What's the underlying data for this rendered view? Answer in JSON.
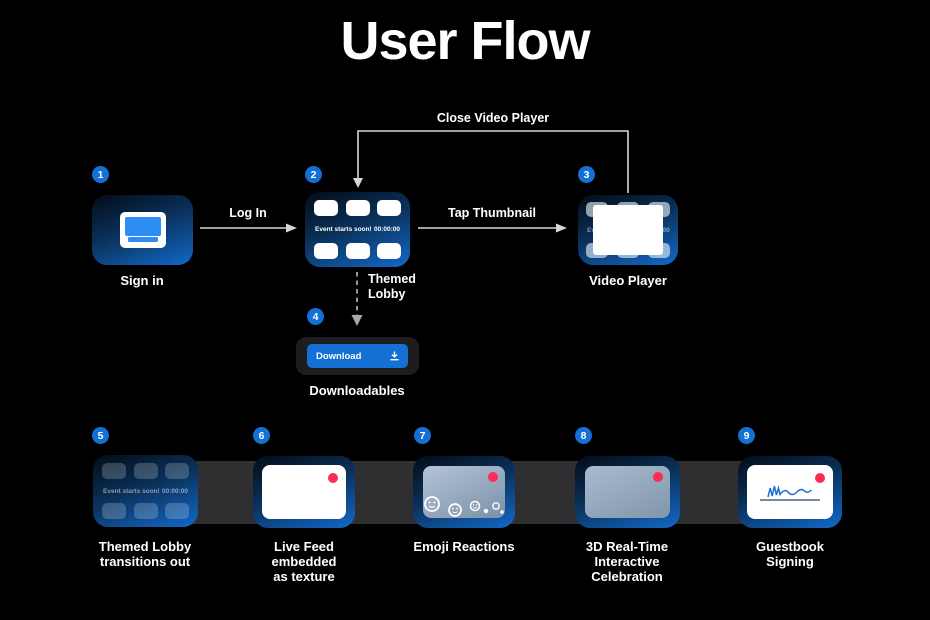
{
  "title": "User Flow",
  "colors": {
    "accent_blue": "#1470d4",
    "live_red": "#fc2d55",
    "band": "#2f2f31"
  },
  "edges": {
    "log_in": "Log In",
    "tap_thumbnail": "Tap Thumbnail",
    "close_video_player": "Close Video Player",
    "themed_lobby": [
      "Themed",
      "Lobby"
    ]
  },
  "lobby": {
    "status": "Event starts soon!",
    "timer": "00:00:00"
  },
  "nodes": {
    "n1": {
      "num": "1",
      "label": "Sign in"
    },
    "n2": {
      "num": "2"
    },
    "n3": {
      "num": "3",
      "label": "Video Player"
    },
    "n4": {
      "num": "4",
      "label": "Downloadables",
      "button": "Download"
    },
    "n5": {
      "num": "5",
      "label": [
        "Themed Lobby",
        "transitions out"
      ]
    },
    "n6": {
      "num": "6",
      "label": [
        "Live Feed",
        "embedded",
        "as texture"
      ]
    },
    "n7": {
      "num": "7",
      "label": [
        "Emoji Reactions"
      ]
    },
    "n8": {
      "num": "8",
      "label": [
        "3D Real-Time",
        "Interactive",
        "Celebration"
      ]
    },
    "n9": {
      "num": "9",
      "label": [
        "Guestbook",
        "Signing"
      ]
    }
  }
}
